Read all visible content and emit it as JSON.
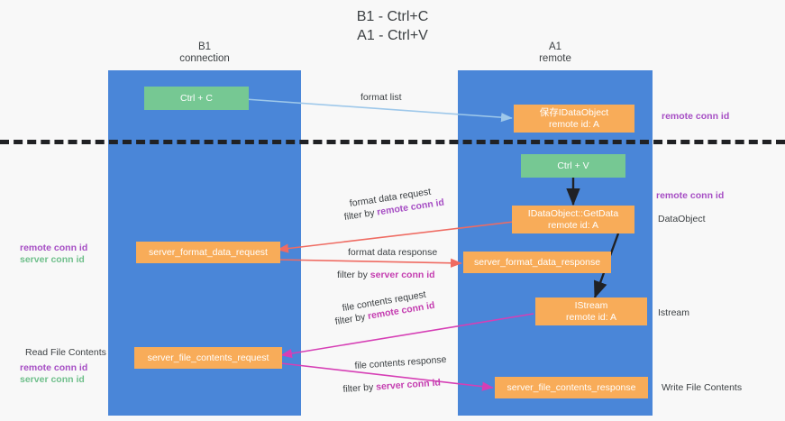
{
  "title": {
    "line1": "B1 - Ctrl+C",
    "line2": "A1 - Ctrl+V"
  },
  "lanes": [
    {
      "name": "B1",
      "sub": "connection"
    },
    {
      "name": "A1",
      "sub": "remote"
    }
  ],
  "boxes": {
    "ctrl_c": "Ctrl + C",
    "ctrl_v": "Ctrl + V",
    "dataobject_top_l1": "保存IDataObject",
    "dataobject_top_l2": "remote id: A",
    "getdata_l1": "IDataObject::GetData",
    "getdata_l2": "remote id: A",
    "istream_l1": "IStream",
    "istream_l2": "remote id: A",
    "server_format_data_request": "server_format_data_request",
    "server_format_data_response": "server_format_data_response",
    "server_file_contents_request": "server_file_contents_request",
    "server_file_contents_response": "server_file_contents_response"
  },
  "edge_labels": {
    "format_list": "format list",
    "format_data_request": "format data request",
    "format_data_request_filter_prefix": "filter by ",
    "format_data_request_filter_key": "remote conn id",
    "format_data_response": "format data response",
    "format_data_response_filter_prefix": "filter by ",
    "format_data_response_filter_key": "server conn id",
    "file_contents_request": "file contents request",
    "file_contents_request_filter_prefix": "filter by ",
    "file_contents_request_filter_key": "remote conn id",
    "file_contents_response": "file contents response",
    "file_contents_response_filter_prefix": "filter by ",
    "file_contents_response_filter_key": "server conn id"
  },
  "right_labels": {
    "remote_conn_id_top": "remote conn id",
    "remote_conn_id_mid": "remote conn id",
    "dataobject": "DataObject",
    "istream": "Istream",
    "write_file_contents": "Write File Contents"
  },
  "left_labels": {
    "remote_conn_id_mid": "remote conn id",
    "server_conn_id_mid": "server conn id",
    "read_file_contents": "Read File Contents",
    "remote_conn_id_bottom": "remote conn id",
    "server_conn_id_bottom": "server conn id"
  },
  "colors": {
    "lane": "#4a86d8",
    "green_box": "#76c893",
    "orange_box": "#f8ac59",
    "purple": "#a64ec4",
    "green_text": "#6fbf8b",
    "magenta": "#c43db0",
    "arrow_light_blue": "#9ec8ea",
    "arrow_red": "#ef6b62",
    "arrow_black": "#202124",
    "arrow_magenta": "#d63fb5",
    "background": "#f8f8f8"
  }
}
